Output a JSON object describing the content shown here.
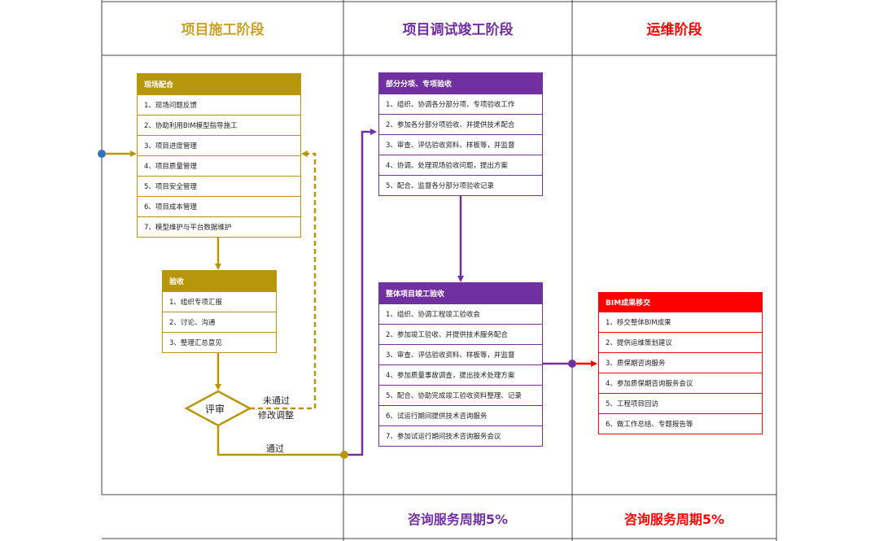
{
  "headers": {
    "construction": "项目施工阶段",
    "commissioning": "项目调试竣工阶段",
    "operation": "运维阶段"
  },
  "footers": {
    "commissioning": "咨询服务周期5%",
    "operation": "咨询服务周期5%"
  },
  "colors": {
    "gold": "#b8960c",
    "purple": "#7030a0",
    "red": "#ff0000",
    "blue": "#2e75b6"
  },
  "boxes": {
    "site": {
      "title": "现场配合",
      "items": [
        "1、现场问题反馈",
        "2、协助利用BIM模型指导施工",
        "3、项目进度管理",
        "4、项目质量管理",
        "5、项目安全管理",
        "6、项目成本管理",
        "7、模型维护与平台数据维护"
      ]
    },
    "acceptance": {
      "title": "验收",
      "items": [
        "1、组织专项汇报",
        "2、讨论、沟通",
        "3、整理汇总意见"
      ]
    },
    "partial": {
      "title": "部分分项、专项验收",
      "items": [
        "1、组织、协调各分部分项、专项验收工作",
        "2、参加各分部分项验收、并提供技术配合",
        "3、审查、评估验收资料、样板等，并监督",
        "4、协调、处理现场验收问题，提出方案",
        "5、配合、监督各分部分项验收记录"
      ]
    },
    "overall": {
      "title": "整体项目竣工验收",
      "items": [
        "1、组织、协调工程竣工验收会",
        "2、参加竣工验收、并提供技术服务配合",
        "3、审查、评估验收资料、样板等，并监督",
        "4、参加质量事故调查，提出技术处理方案",
        "5、配合、协助完成竣工验收资料整理、记录",
        "6、试运行期间提供技术咨询服务",
        "7、参加试运行期间技术咨询服务会议"
      ]
    },
    "bim": {
      "title": "BIM成果移交",
      "items": [
        "1、移交整体BIM成果",
        "2、提供运维策划建议",
        "3、质保期咨询服务",
        "4、参加质保期咨询服务会议",
        "5、工程项目回访",
        "6、做工作总结、专题报告等"
      ]
    }
  },
  "decision": {
    "label": "评审",
    "fail_line1": "未通过",
    "fail_line2": "修改调整",
    "pass": "通过"
  }
}
